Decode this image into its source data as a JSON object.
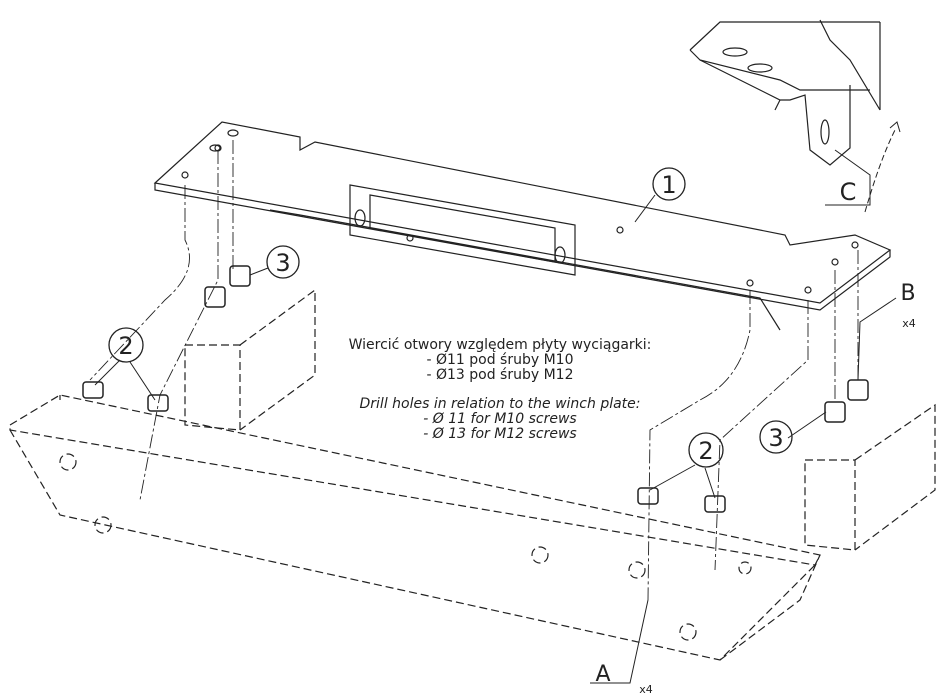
{
  "notes": {
    "polish": {
      "title": "Wiercić otwory względem płyty wyciągarki:",
      "line1": "- Ø11 pod śruby M10",
      "line2": "- Ø13 pod śruby M12"
    },
    "english": {
      "title": "Drill holes in relation to the winch plate:",
      "line1": "- Ø  11 for M10 screws",
      "line2": "- Ø  13 for M12 screws"
    }
  },
  "balloons": {
    "part1": "1",
    "part2_left": "2",
    "part2_right": "2",
    "part3_left": "3",
    "part3_right": "3"
  },
  "views": {
    "a_label": "A",
    "a_qty": "x4",
    "b_label": "B",
    "b_qty": "x4",
    "c_label": "C"
  }
}
